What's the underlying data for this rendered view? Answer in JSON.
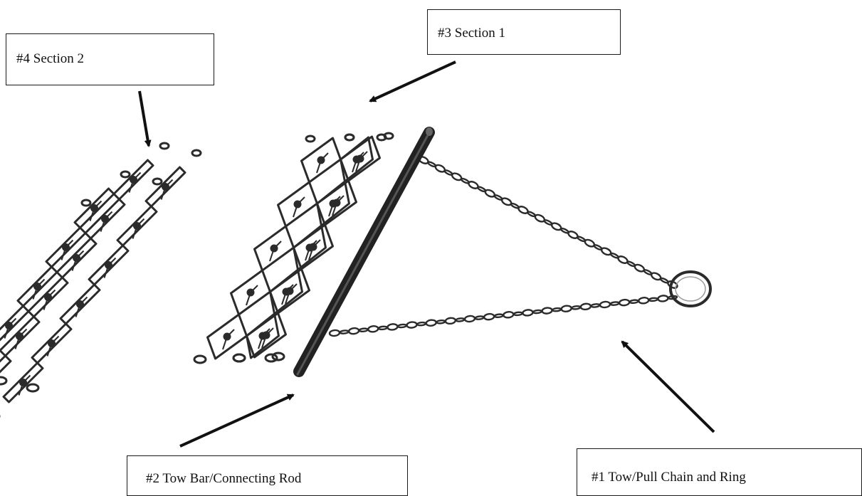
{
  "callouts": {
    "section2": "#4 Section 2",
    "section1": "#3 Section 1",
    "tow_bar": "#2 Tow Bar/Connecting Rod",
    "tow_chain": "#1 Tow/Pull Chain and Ring"
  },
  "colors": {
    "line": "#1a1a1a",
    "metal": "#2b2b2b",
    "bar": "#222222",
    "background": "#ffffff"
  },
  "icons": [
    "arrow-icon"
  ]
}
